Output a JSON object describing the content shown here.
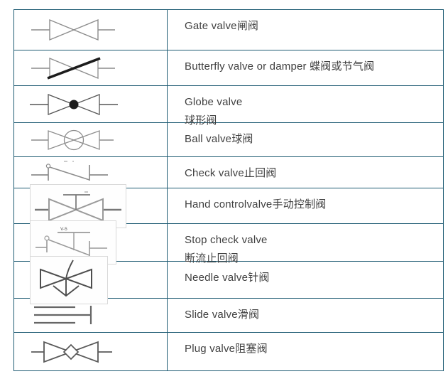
{
  "table": {
    "border_color": "#1e5b73",
    "symbol_stroke_light": "#8c8c8c",
    "symbol_stroke_dark": "#4e4e4e",
    "rows": [
      {
        "symbol": "gate-valve-symbol",
        "labels": [
          "Gate valve闸阀"
        ],
        "boxed": false
      },
      {
        "symbol": "butterfly-valve-symbol",
        "labels": [
          "Butterfly valve or damper 蝶阀或节气阀"
        ],
        "boxed": false
      },
      {
        "symbol": "globe-valve-symbol",
        "labels": [
          "Globe valve",
          "球形阀"
        ],
        "boxed": false
      },
      {
        "symbol": "ball-valve-symbol",
        "labels": [
          "Ball valve球阀"
        ],
        "boxed": false
      },
      {
        "symbol": "check-valve-symbol",
        "labels": [
          "Check valve止回阀"
        ],
        "boxed": false
      },
      {
        "symbol": "hand-control-valve-symbol",
        "labels": [
          "Hand controlvalve手动控制阀"
        ],
        "boxed": true
      },
      {
        "symbol": "stop-check-valve-symbol",
        "labels": [
          "Stop check valve",
          "断流止回阀"
        ],
        "boxed": true,
        "tag": "V-5"
      },
      {
        "symbol": "needle-valve-symbol",
        "labels": [
          "Needle valve针阀"
        ],
        "boxed": true
      },
      {
        "symbol": "slide-valve-symbol",
        "labels": [
          "Slide valve滑阀"
        ],
        "boxed": false
      },
      {
        "symbol": "plug-valve-symbol",
        "labels": [
          "Plug valve阻塞阀"
        ],
        "boxed": false
      }
    ]
  }
}
